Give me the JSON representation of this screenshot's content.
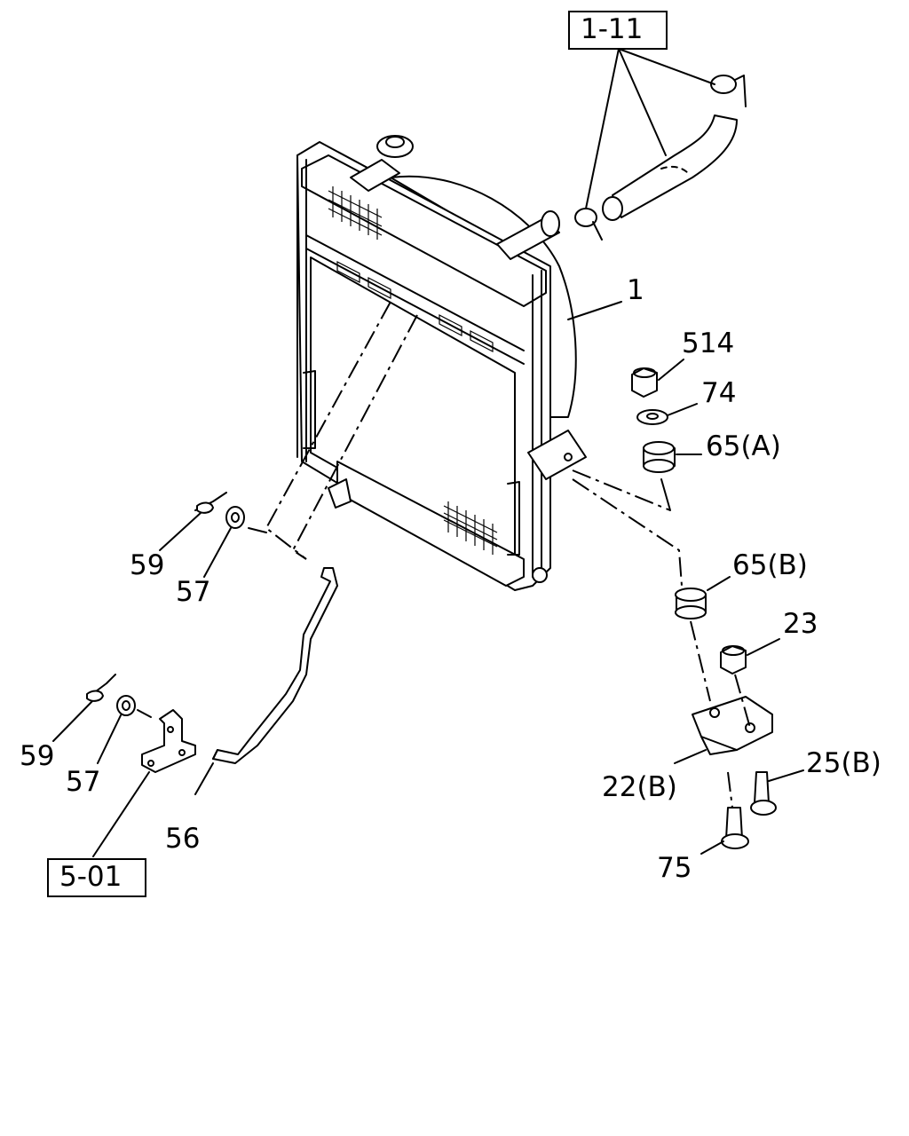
{
  "refs": {
    "r1_11": "1-11",
    "r5_01": "5-01"
  },
  "parts": {
    "p1": "1",
    "p514": "514",
    "p74": "74",
    "p65a": "65(A)",
    "p65b": "65(B)",
    "p23": "23",
    "p25b": "25(B)",
    "p22b": "22(B)",
    "p75": "75",
    "p56": "56",
    "p59_top": "59",
    "p57_top": "57",
    "p59_bottom": "59",
    "p57_bottom": "57"
  }
}
